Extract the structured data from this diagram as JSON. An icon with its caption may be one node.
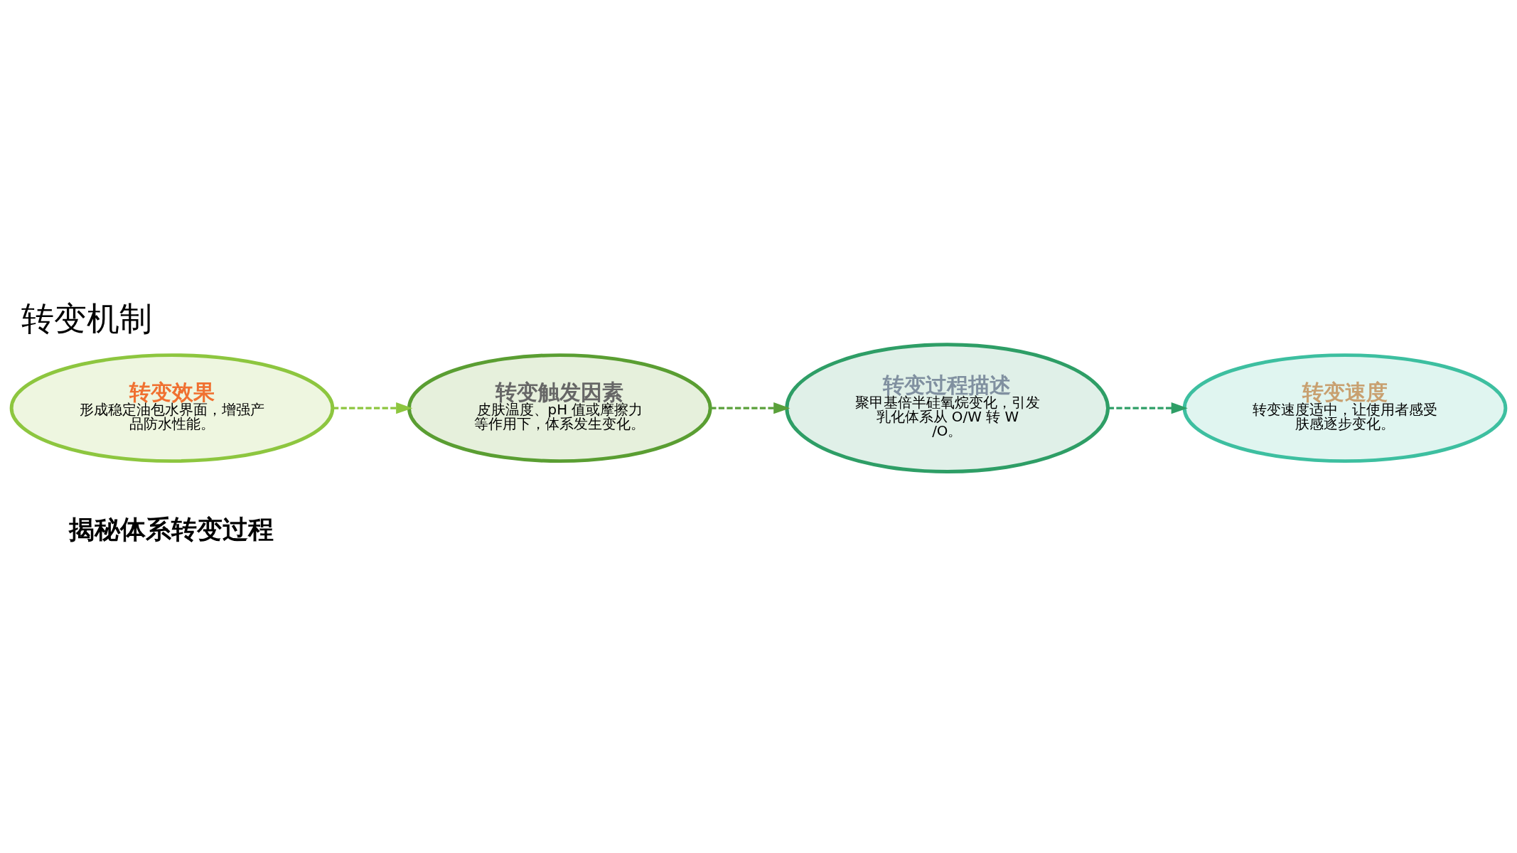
{
  "diagram": {
    "title": "转变机制",
    "nodes": [
      {
        "text": [
          "转变效果",
          "形成稳定油包水界面，增强产品防水性能。"
        ]
      },
      {
        "text": [
          "转变触发因素",
          "皮肤温度、pH 值或摩擦力等作用下，体系发生变化。"
        ]
      },
      {
        "text": [
          "转变过程描述",
          "聚甲基倍半硅氧烷变化，引发乳化体系从 O/W 转 W/O。"
        ]
      },
      {
        "text": [
          "转变速度",
          "转变速度适中，让使用者感受肤感逐步变化。"
        ]
      }
    ],
    "edges": [
      {
        "from": 0,
        "to": 1,
        "arrow": "to",
        "style": "dashed",
        "color": "#8dc63f"
      },
      {
        "from": 1,
        "to": 2,
        "arrow": "to",
        "style": "dashed",
        "color": "#5aa03a"
      },
      {
        "from": 2,
        "to": 3,
        "arrow": "to",
        "style": "dashed",
        "color": "#2e9e66"
      }
    ],
    "labels": [
      "揭秘体系转变过程"
    ]
  }
}
